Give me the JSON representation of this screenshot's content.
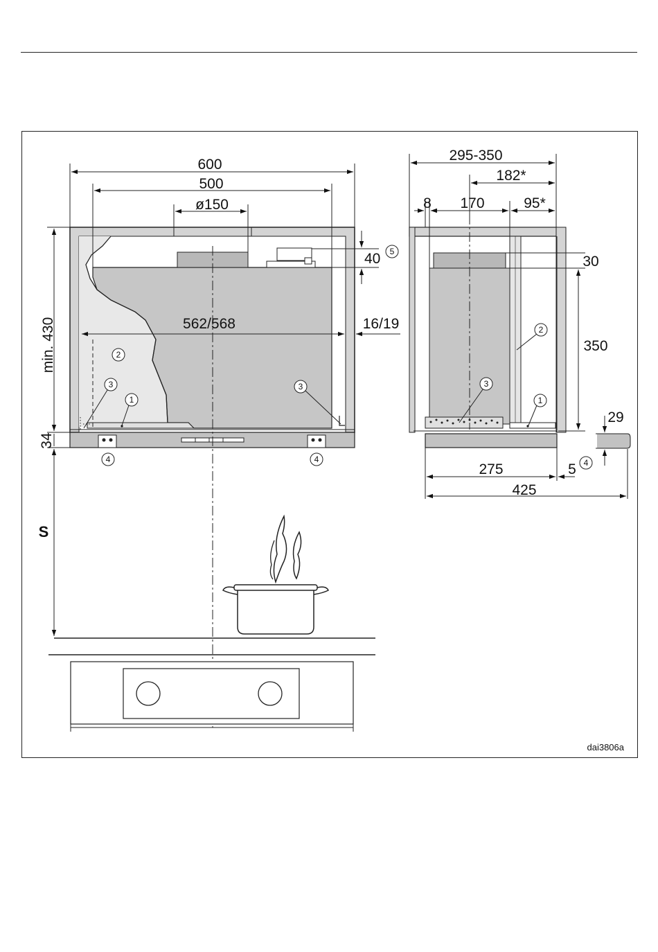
{
  "front_view": {
    "dim_overall_width": "600",
    "dim_inner_width": "500",
    "dim_duct_diameter": "ø150",
    "dim_hood_width": "562/568",
    "dim_min_height": "min. 430",
    "dim_panel_height": "34",
    "dim_motor_offset": "40",
    "dim_wall_gap": "16/19",
    "clearance_label": "S"
  },
  "side_view": {
    "dim_depth_range": "295-350",
    "dim_depth_182": "182*",
    "dim_8": "8",
    "dim_170": "170",
    "dim_95": "95*",
    "dim_30": "30",
    "dim_350": "350",
    "dim_29": "29",
    "dim_275": "275",
    "dim_5": "5",
    "dim_425": "425"
  },
  "callouts": {
    "c1": "1",
    "c2": "2",
    "c3": "3",
    "c4": "4",
    "c5": "5"
  },
  "figure_code": "dai3806a"
}
